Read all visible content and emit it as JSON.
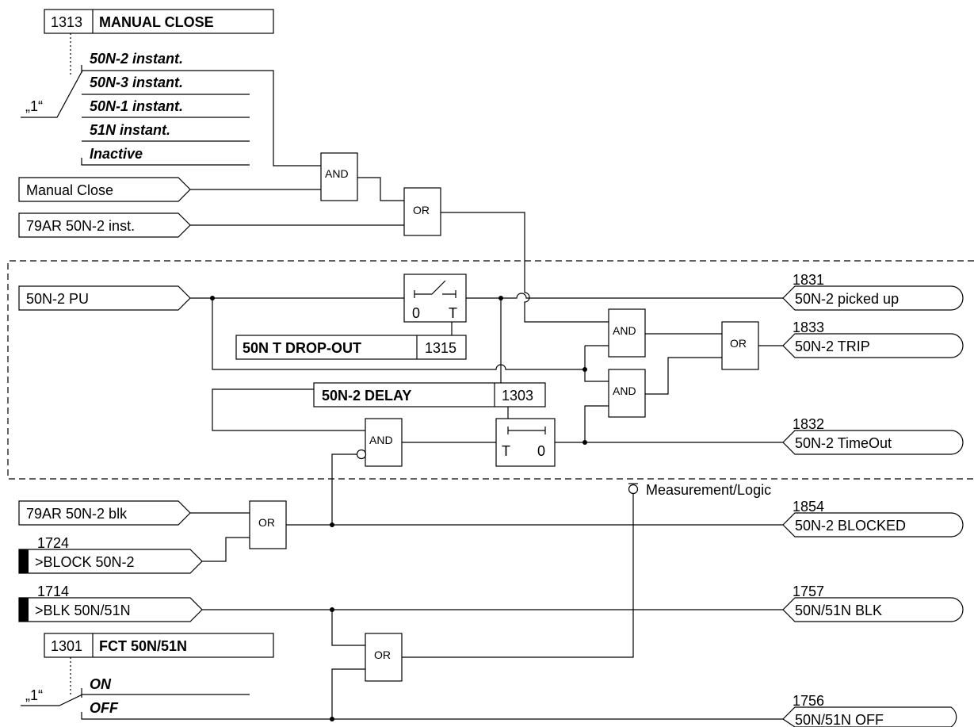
{
  "parameters": {
    "manual_close": {
      "address": "1313",
      "name": "MANUAL CLOSE"
    },
    "drop_out": {
      "address": "1315",
      "name": "50N T DROP-OUT"
    },
    "delay": {
      "address": "1303",
      "name": "50N-2 DELAY"
    },
    "function": {
      "address": "1301",
      "name": "FCT 50N/51N"
    }
  },
  "manual_close_options": [
    "50N-2 instant.",
    "50N-3 instant.",
    "50N-1 instant.",
    "51N instant.",
    "Inactive"
  ],
  "function_options": [
    "ON",
    "OFF"
  ],
  "selector_label": "„1“",
  "inputs": {
    "manual_close": "Manual Close",
    "ar_inst": "79AR 50N-2 inst.",
    "pickup": "50N-2 PU",
    "ar_blk": "79AR 50N-2 blk",
    "block_50n2": {
      "number": "1724",
      "label": ">BLOCK 50N-2"
    },
    "blk_50n51n": {
      "number": "1714",
      "label": ">BLK 50N/51N"
    }
  },
  "outputs": [
    {
      "number": "1831",
      "label": "50N-2 picked up"
    },
    {
      "number": "1833",
      "label": "50N-2 TRIP"
    },
    {
      "number": "1832",
      "label": "50N-2 TimeOut"
    },
    {
      "number": "1854",
      "label": "50N-2 BLOCKED"
    },
    {
      "number": "1757",
      "label": "50N/51N BLK"
    },
    {
      "number": "1756",
      "label": "50N/51N OFF"
    }
  ],
  "gates": {
    "and": "AND",
    "or": "OR"
  },
  "timer_labels": {
    "t": "T",
    "zero": "0"
  },
  "measurement_label": "Measurement/Logic"
}
